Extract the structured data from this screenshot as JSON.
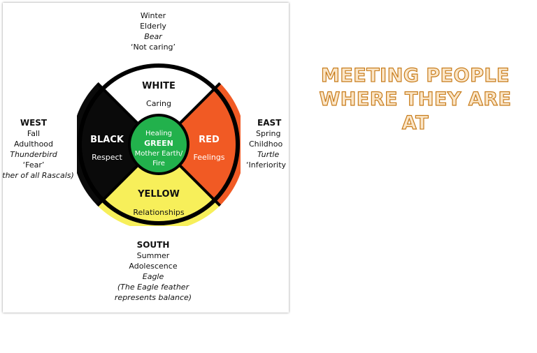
{
  "diagram": {
    "north": {
      "lines": [
        "Winter",
        "Elderly",
        "Bear",
        "‘Not caring’"
      ]
    },
    "west": {
      "head": "WEST",
      "lines": [
        "Fall",
        "Adulthood",
        "Thunderbird",
        "‘Fear’",
        "Father of all Rascals)"
      ]
    },
    "east": {
      "head": "EAST",
      "lines": [
        "Spring",
        "Childhoo",
        "Turtle",
        "‘Inferiority"
      ]
    },
    "south": {
      "head": "SOUTH",
      "lines": [
        "Summer",
        "Adolescence",
        "Eagle",
        "(The Eagle feather",
        "represents balance)"
      ]
    },
    "segments": {
      "white": {
        "name": "WHITE",
        "value": "Caring",
        "color": "#ffffff"
      },
      "red": {
        "name": "RED",
        "value": "Feelings",
        "color": "#f15a24"
      },
      "yellow": {
        "name": "YELLOW",
        "value": "Relationships",
        "color": "#f7ef5a"
      },
      "black": {
        "name": "BLACK",
        "value": "Respect",
        "color": "#0a0a0a"
      },
      "green": {
        "top": "Healing",
        "name": "GREEN",
        "line1": "Mother Earth/",
        "line2": "Fire",
        "color": "#22b14c"
      }
    }
  },
  "slide": {
    "title_lines": [
      "MEETING PEOPLE",
      "WHERE THEY ARE",
      "AT"
    ],
    "title_color": "#fbe6c8",
    "title_outline": "#c77b1a"
  }
}
